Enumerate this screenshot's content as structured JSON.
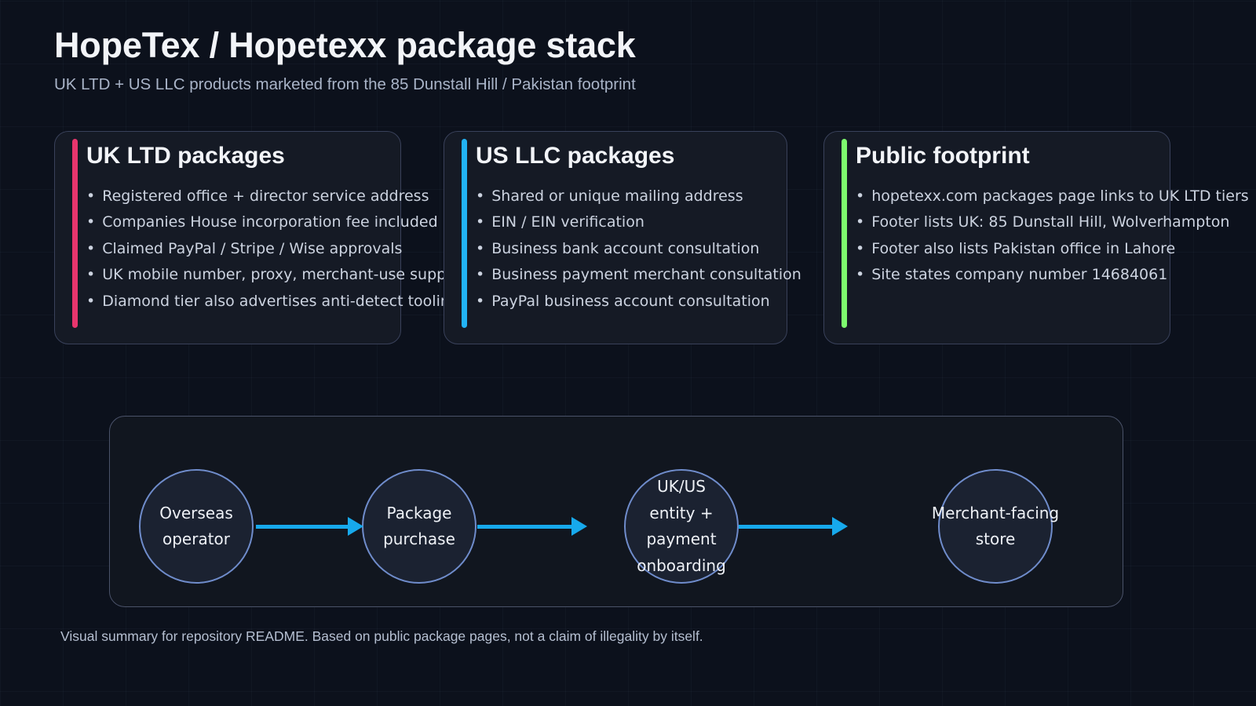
{
  "header": {
    "title": "HopeTex / Hopetexx package stack",
    "subtitle": "UK LTD + US LLC products marketed from the 85 Dunstall Hill / Pakistan footprint"
  },
  "colors": {
    "background": "#0c111c",
    "card_background": "#151a25",
    "card_border": "#39415a",
    "accent_pink": "#e8356d",
    "accent_blue": "#22b3f5",
    "accent_green": "#7dfa6e",
    "arrow_blue": "#17a9ec",
    "node_stroke": "#6f8ccb",
    "node_fill": "#1b2231",
    "panel_background": "#11161f",
    "panel_border": "#4a5269",
    "title_text": "#f2f4f8",
    "body_text": "#ccd3e0",
    "muted_text": "#a9b4c8"
  },
  "cards": [
    {
      "id": "uk-ltd-packages",
      "title": "UK LTD packages",
      "accent": "#e8356d",
      "items": [
        "Registered office + director service address",
        "Companies House incorporation fee included",
        "Claimed PayPal / Stripe / Wise approvals",
        "UK mobile number, proxy, merchant-use support",
        "Diamond tier also advertises anti-detect tooling"
      ]
    },
    {
      "id": "us-llc-packages",
      "title": "US LLC packages",
      "accent": "#22b3f5",
      "items": [
        "Shared or unique mailing address",
        "EIN / EIN verification",
        "Business bank account consultation",
        "Business payment merchant consultation",
        "PayPal business account consultation"
      ]
    },
    {
      "id": "public-footprint",
      "title": "Public footprint",
      "accent": "#7dfa6e",
      "items": [
        "hopetexx.com packages page links to UK LTD tiers",
        "Footer lists UK: 85 Dunstall Hill, Wolverhampton",
        "Footer also lists Pakistan office in Lahore",
        "Site states company number 14684061"
      ]
    }
  ],
  "flow": {
    "nodes": [
      {
        "id": "overseas-operator",
        "lines": [
          "Overseas",
          "operator"
        ]
      },
      {
        "id": "package-purchase",
        "lines": [
          "Package",
          "purchase"
        ]
      },
      {
        "id": "entity-payment-onboarding",
        "lines": [
          "UK/US",
          "entity +",
          "payment",
          "onboarding"
        ]
      },
      {
        "id": "merchant-facing-store",
        "lines": [
          "Merchant-facing",
          "store"
        ]
      }
    ],
    "arrow_count": 3
  },
  "footer": {
    "note": "Visual summary for repository README. Based on public package pages, not a claim of illegality by itself."
  }
}
